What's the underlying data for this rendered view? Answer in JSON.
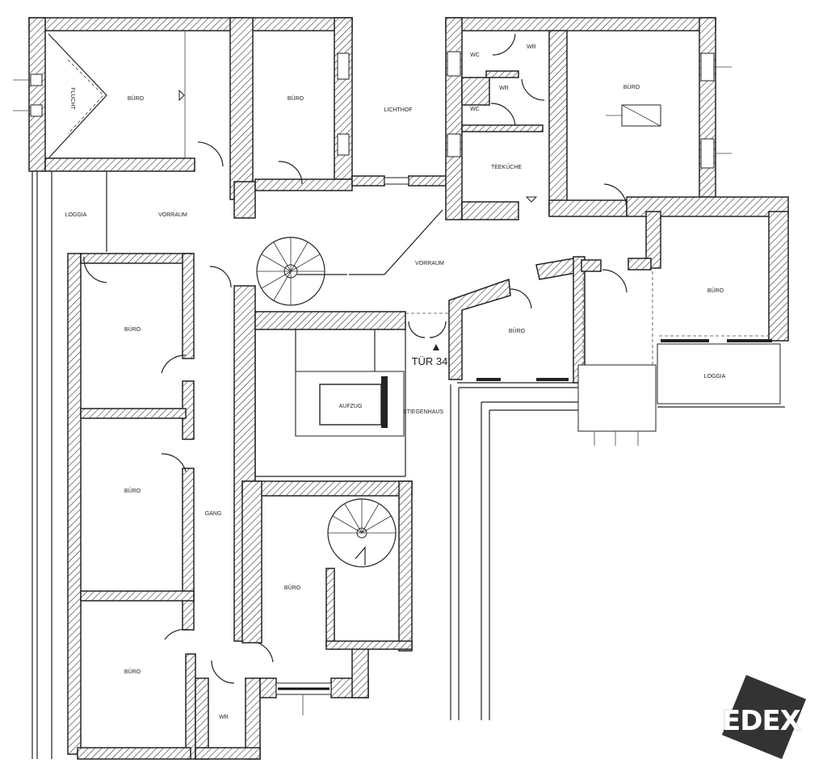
{
  "floorplan": {
    "rooms": {
      "buero_top_left": "BÜRO",
      "buero_top_mid": "BÜRO",
      "lichthof": "LICHTHOF",
      "wc_top": "WC",
      "wr_top": "WR",
      "wr_mid": "WR",
      "wc_mid": "WC",
      "teekueche": "TEEKÜCHE",
      "buero_top_right": "BÜRO",
      "loggia_left": "LOGGIA",
      "vorraum_left": "VORRAUM",
      "vorraum_center": "VORRAUM",
      "buero_left_1": "BÜRO",
      "buero_left_2": "BÜRO",
      "buero_left_3": "BÜRO",
      "gang": "GANG",
      "aufzug": "AUFZUG",
      "stiegenhaus": "STIEGENHAUS",
      "buero_center": "BÜRO",
      "buero_center_right": "BÜRO",
      "buero_right": "BÜRO",
      "loggia_right": "LOGGIA",
      "wr_bottom": "WR",
      "fluchtweg": "FLUCHT"
    },
    "annotations": {
      "door_number": "TÜR 34"
    }
  },
  "logo": {
    "text": "EDEX",
    "color": "#333333"
  }
}
